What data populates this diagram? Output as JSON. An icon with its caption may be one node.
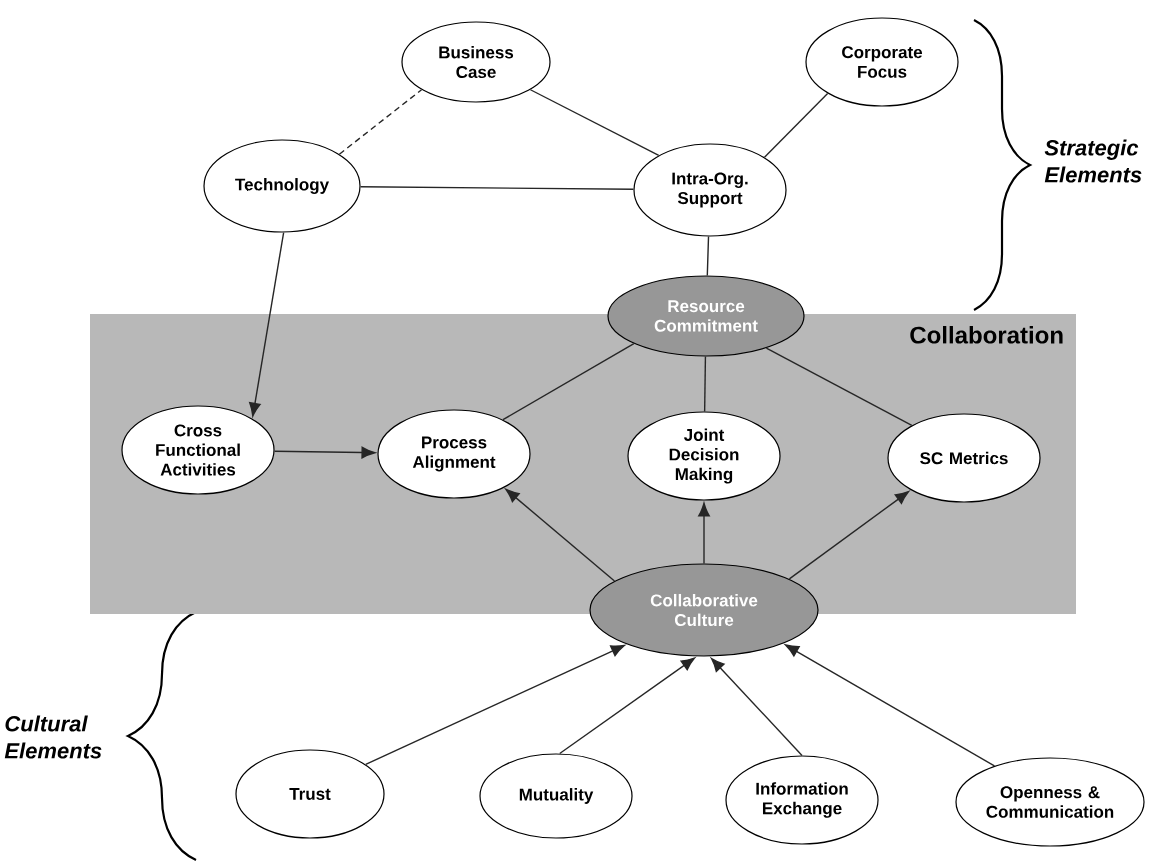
{
  "diagram": {
    "nodes": [
      {
        "text": [
          "Business Case"
        ]
      },
      {
        "text": [
          "Corporate Focus"
        ]
      },
      {
        "text": [
          "Technology"
        ]
      },
      {
        "text": [
          "Intra-Org. Support"
        ]
      },
      {
        "text": [
          "Resource Commitment"
        ]
      },
      {
        "text": [
          "Collaboration"
        ]
      },
      {
        "text": [
          "Cross Functional Activities"
        ],
        "in": 5
      },
      {
        "text": [
          "Process Alignment"
        ],
        "in": 5
      },
      {
        "text": [
          "Joint Decision Making"
        ],
        "in": 5
      },
      {
        "text": [
          "SC Metrics"
        ],
        "in": 5
      },
      {
        "text": [
          "Collaborative Culture"
        ]
      },
      {
        "text": [
          "Trust"
        ]
      },
      {
        "text": [
          "Mutuality"
        ]
      },
      {
        "text": [
          "Information Exchange"
        ]
      },
      {
        "text": [
          "Openness & Communication"
        ]
      }
    ],
    "edges": [
      {
        "from": 2,
        "to": 0,
        "arrow": "none",
        "style": "dashed"
      },
      {
        "from": 0,
        "to": 3,
        "arrow": "none"
      },
      {
        "from": 1,
        "to": 3,
        "arrow": "none"
      },
      {
        "from": 2,
        "to": 3,
        "arrow": "none"
      },
      {
        "from": 3,
        "to": 4,
        "arrow": "none"
      },
      {
        "from": 2,
        "to": 6,
        "arrow": "to"
      },
      {
        "from": 4,
        "to": 7,
        "arrow": "none"
      },
      {
        "from": 4,
        "to": 8,
        "arrow": "none"
      },
      {
        "from": 4,
        "to": 9,
        "arrow": "none"
      },
      {
        "from": 6,
        "to": 7,
        "arrow": "to"
      },
      {
        "from": 10,
        "to": 7,
        "arrow": "to"
      },
      {
        "from": 10,
        "to": 8,
        "arrow": "to"
      },
      {
        "from": 10,
        "to": 9,
        "arrow": "to"
      },
      {
        "from": 11,
        "to": 10,
        "arrow": "to"
      },
      {
        "from": 12,
        "to": 10,
        "arrow": "to"
      },
      {
        "from": 13,
        "to": 10,
        "arrow": "to"
      },
      {
        "from": 14,
        "to": 10,
        "arrow": "to"
      }
    ],
    "labels": [
      "Strategic Elements",
      "Cultural Elements"
    ]
  }
}
